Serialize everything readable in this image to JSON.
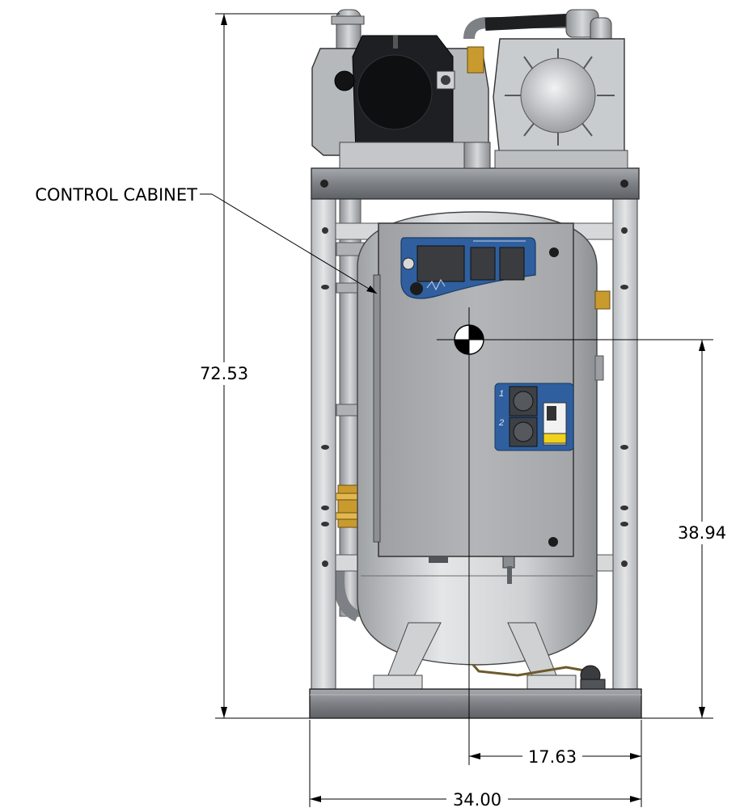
{
  "callouts": {
    "control_cabinet": "CONTROL CABINET"
  },
  "dimensions": {
    "overall_height": "72.53",
    "center_of_gravity_height": "38.94",
    "center_of_gravity_offset": "17.63",
    "overall_width": "34.00"
  },
  "colors": {
    "frame": "#c9ccd0",
    "frame_dark": "#6f7378",
    "base_plate": "#8a8d91",
    "tank": "#d3d5d7",
    "cabinet": "#a9abae",
    "control_panel_blue": "#2f5f9e",
    "brass_fitting": "#c99a2e"
  },
  "icons": [
    "center-of-gravity-icon",
    "vacuum-pump-icon",
    "motor-icon",
    "receiver-tank-icon"
  ]
}
